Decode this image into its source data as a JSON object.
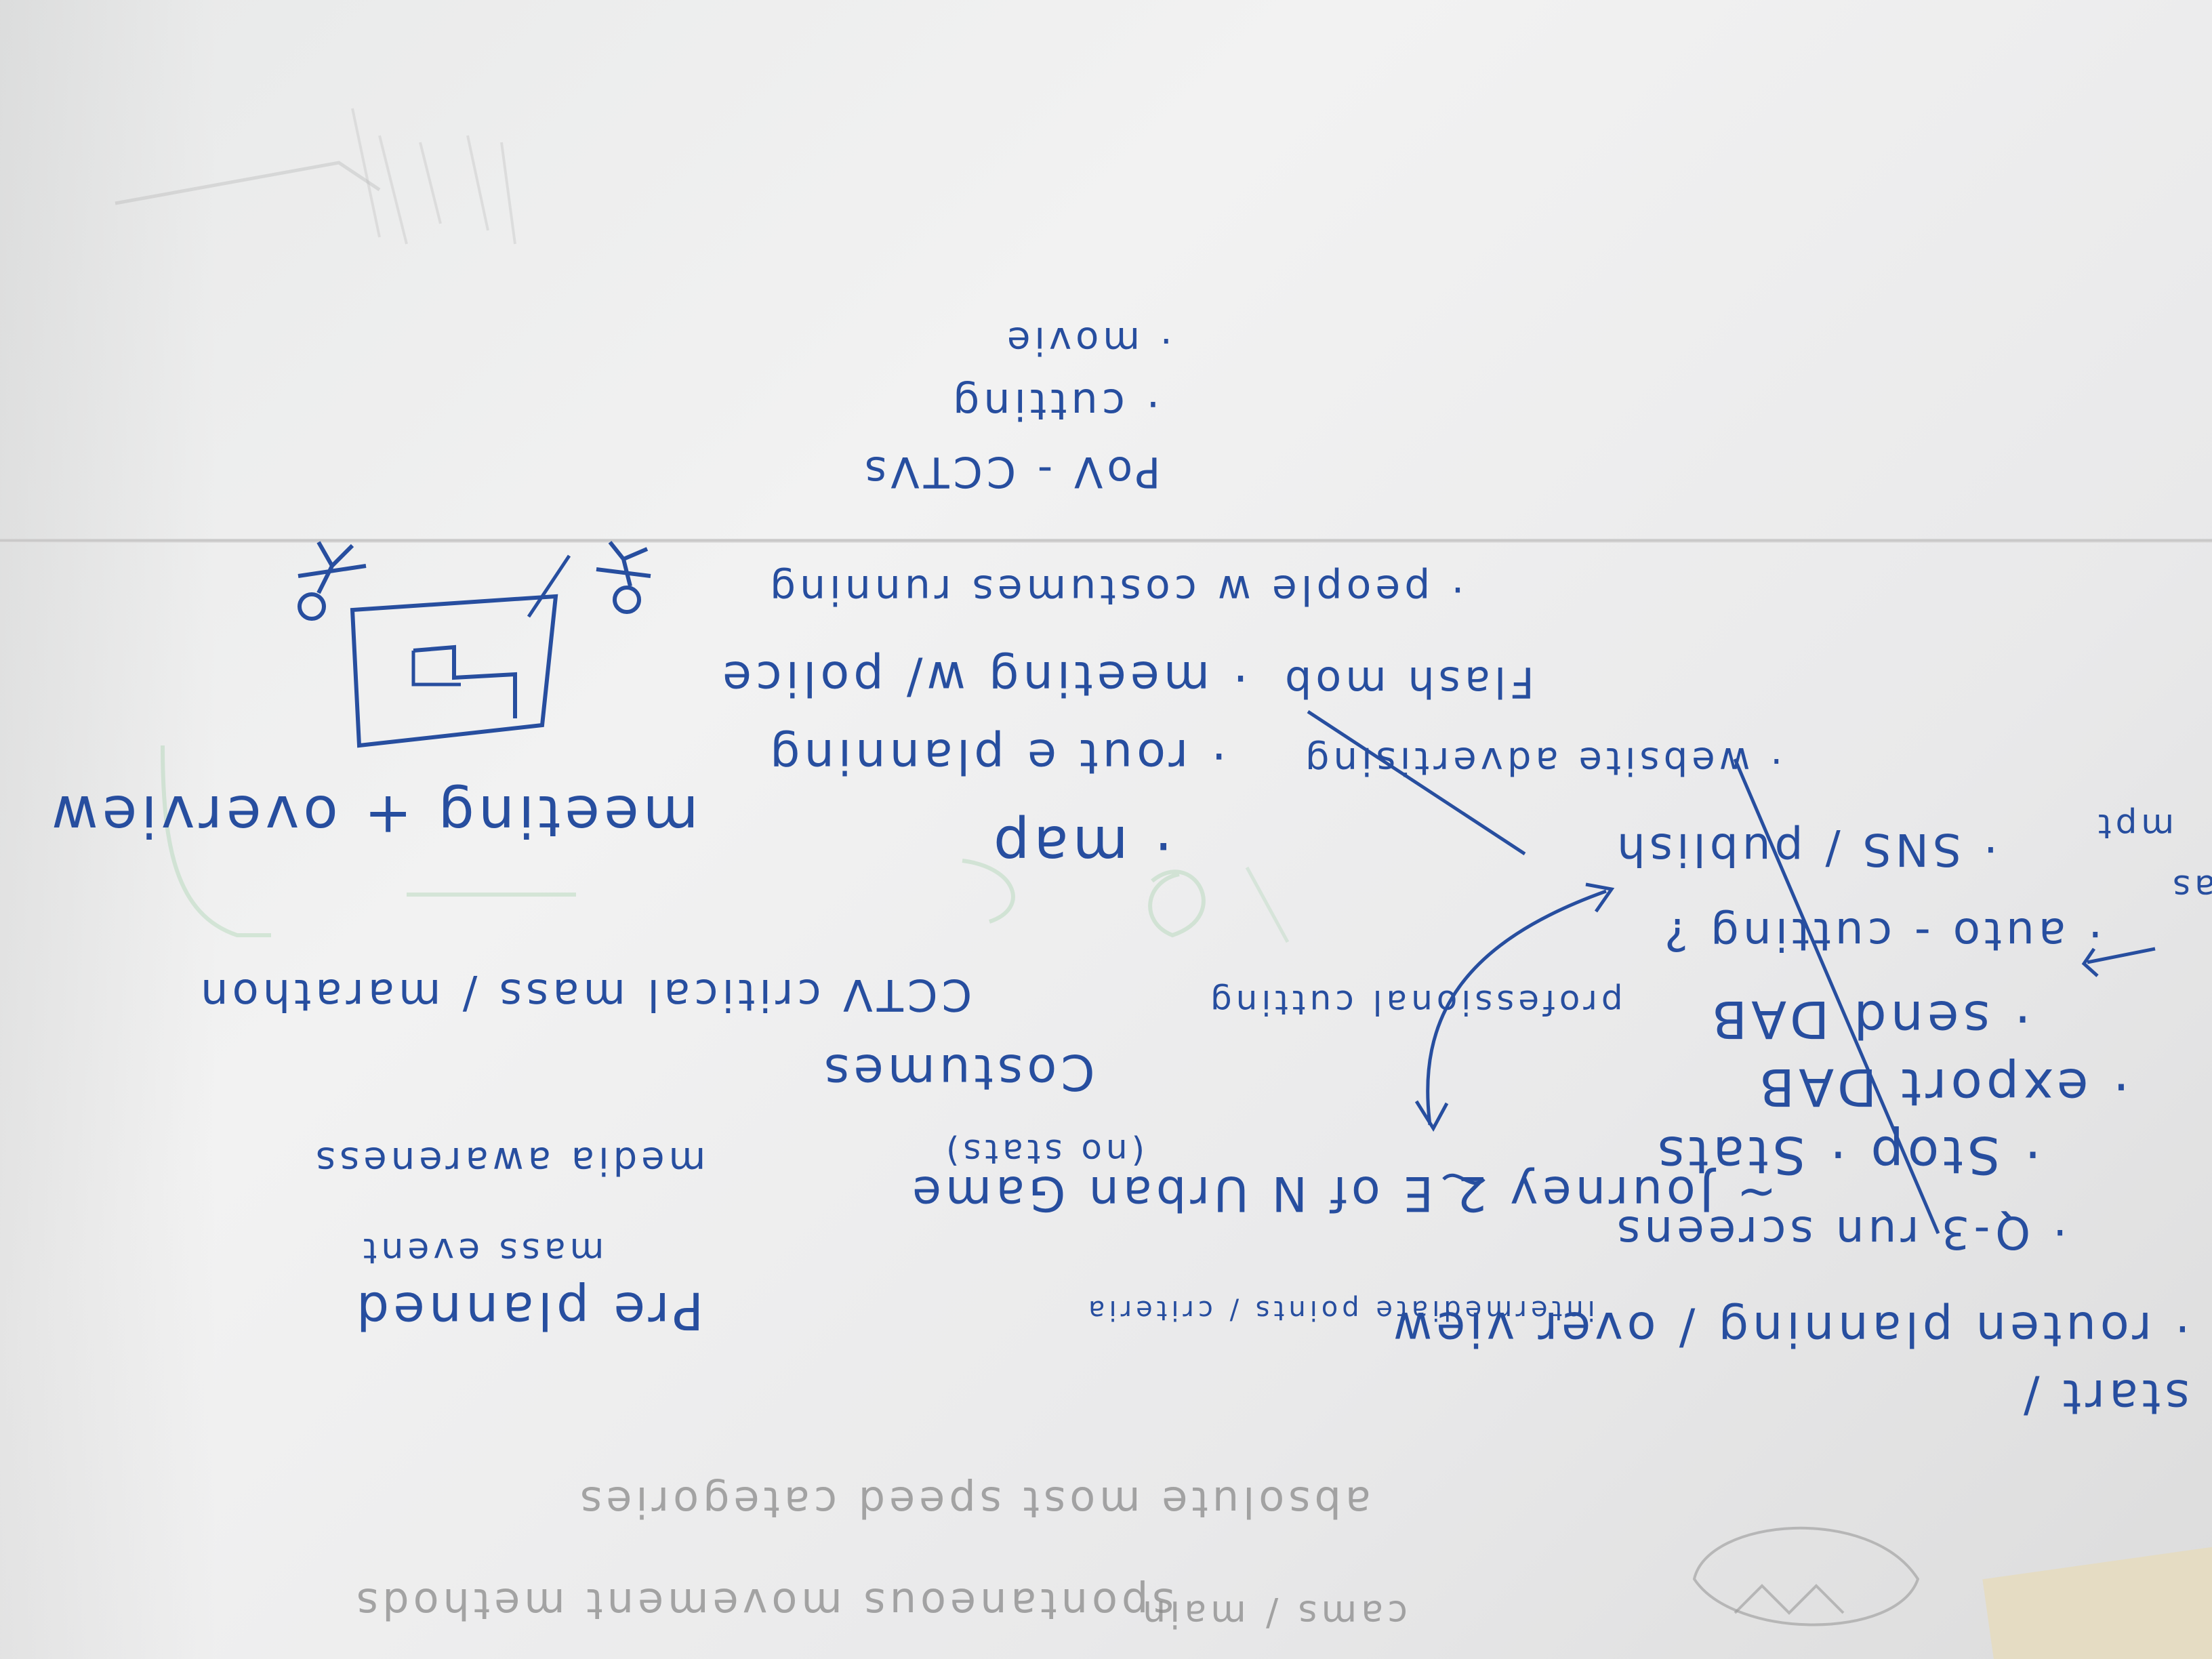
{
  "colors": {
    "ink_blue": "#274e9f",
    "board_white": "#ececec",
    "ghost_green": "#8fc99a",
    "ghost_gray": "#8b8b8b"
  },
  "notes": {
    "start": "· start /",
    "route_planning": "· routen planning / over view",
    "q3_run_screens": "· Q-3 run screens",
    "stop_stats": "· Stop  · Stats",
    "export_dab": "· export DAB",
    "send_dab": "· send DAB",
    "auto_cutting": "· auto - cutting ?",
    "sns_publish": "· SNS / publish",
    "website_advertising": "· website advertising",
    "flash_mob": "Flash mob",
    "meeting_police": "· meeting w/ police",
    "route_planning_2": "· rout e planning",
    "meeting_overview": "meeting + overview",
    "map": "· map",
    "people_costumes": "· people w costumes running",
    "pov_cctvs": "PoV - CCTVs",
    "cutting": "· cutting",
    "movie": "· movie",
    "costumes": "Costumes",
    "cctv_critical_mass": "CCTV critical mass / marathon",
    "professional_cutting": "professional cutting",
    "journey": "~ Journey 2 E of N Urban Game",
    "no_stats": "(no stats)",
    "intermediate_points": "intermediate points / criteria",
    "preplanned": "Pre planned",
    "mass_event": "mass event",
    "media_awareness": "media awareness",
    "compare": "mpt",
    "ideas": "ideas"
  },
  "ghost_text": {
    "methods": "spontaneous movement methods",
    "categories": "absolute most speed categories",
    "cams": "cams / main"
  }
}
